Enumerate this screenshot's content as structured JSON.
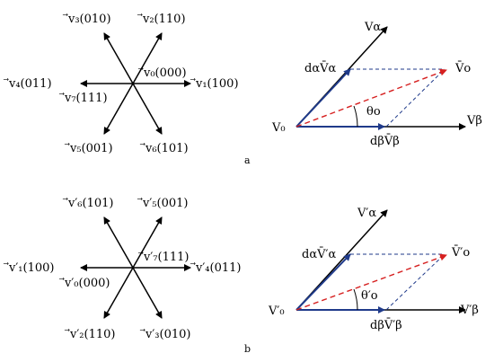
{
  "panel_a": {
    "tag": "a",
    "hexagon": {
      "v3": "⃗v₃(010)",
      "v2": "⃗v₂(110)",
      "v4": "⃗v₄(011)",
      "v0": "⃗v₀(000)",
      "v1": "⃗v₁(100)",
      "v7": "⃗v₇(111)",
      "v5": "⃗v₅(001)",
      "v6": "⃗v₆(101)"
    },
    "vector": {
      "v_alpha": "Vα",
      "d_alpha": "dαV̄α",
      "v_o": "V̄o",
      "v_zero": "V₀",
      "theta": "θo",
      "v_beta": "Vβ",
      "d_beta": "dβV̄β"
    }
  },
  "panel_b": {
    "tag": "b",
    "hexagon": {
      "v6": "⃗v′₆(101)",
      "v5": "⃗v′₅(001)",
      "v1": "⃗v′₁(100)",
      "v7": "⃗v′₇(111)",
      "v4": "⃗v′₄(011)",
      "v0": "⃗v′₀(000)",
      "v2": "⃗v′₂(110)",
      "v3": "⃗v′₃(010)"
    },
    "vector": {
      "v_alpha": "V′α",
      "d_alpha": "dαV̄′α",
      "v_o": "V̄′o",
      "v_zero": "V′₀",
      "theta": "θ′o",
      "v_beta": "V′β",
      "d_beta": "dβV̄′β"
    }
  },
  "colors": {
    "axis": "#000000",
    "component": "#1f3a8a",
    "resultant": "#d62020",
    "dashed": "#1f3a8a"
  }
}
